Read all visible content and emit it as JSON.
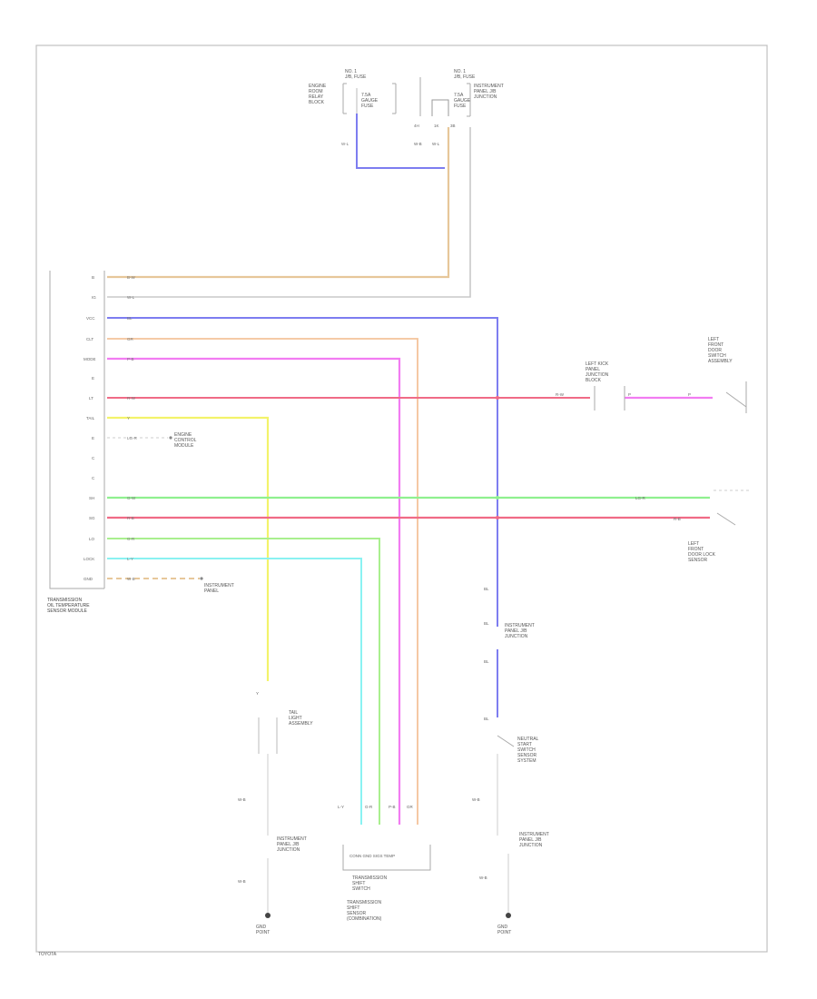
{
  "diagram": {
    "corner_tag": "TOYOTA",
    "components": {
      "fuse_left": {
        "box": "NO. 1\nJ/B, FUSE",
        "desc": "ENGINE\nROOM\nRELAY\nBLOCK",
        "fuse": "7.5A\nGAUGE\nFUSE"
      },
      "fuse_right": {
        "box": "NO. 1\nJ/B, FUSE",
        "desc": "INSTRUMENT\nPANEL J/B\nJUNCTION",
        "fuse": "7.5A\nGAUGE\nFUSE"
      },
      "main_module": "TRANSMISSION\nOIL TEMPERATURE\nSENSOR MODULE",
      "left_conn_label": "ENGINE\nCONTROL\nMODULE",
      "ground_pin_label": "INSTRUMENT\nPANEL",
      "relay_box": "LEFT KICK\nPANEL\nJUNCTION\nBLOCK",
      "right_top_switch": "LEFT\nFRONT\nDOOR\nSWITCH\nASSEMBLY",
      "right_mid_switch": "LEFT\nFRONT\nDOOR LOCK\nSENSOR",
      "lower_left_comp": "TAIL\nLIGHT\nASSEMBLY",
      "lower_left_jb": "INSTRUMENT\nPANEL J/B\nJUNCTION",
      "trans_switch": "TRANSMISSION\nSHIFT\nSWITCH",
      "trans_switch_sub": "TRANSMISSION\nSHIFT\nSENSOR\n(COMBINATION)",
      "trans_pins": "CONN  GND  SIGS  TEMP",
      "lower_right_jb": "INSTRUMENT\nPANEL J/B\nJUNCTION",
      "lower_right_switch": "NEUTRAL\nSTART\nSWITCH\nSENSOR\nSYSTEM",
      "lower_right_jb2": "INSTRUMENT\nPANEL J/B\nJUNCTION",
      "ground_left": "GND\nPOINT",
      "ground_right": "GND\nPOINT"
    },
    "module_pins": [
      "B",
      "IG",
      "VCC",
      "CLT",
      "MODE",
      "E",
      "LT",
      "TAIL",
      "E",
      "C",
      "C",
      "SH",
      "SG",
      "LO",
      "LOCK",
      "GND"
    ],
    "wire_codes": {
      "w_ig": "B-W",
      "w_b": "W-L",
      "w_vcc": "BL",
      "w_clt": "GR",
      "w_mode": "P-B",
      "w_lt": "R-W",
      "w_tail": "Y",
      "w_e": "LG-R",
      "w_sh": "G-W",
      "w_sg": "R-B",
      "w_lo": "G-R",
      "w_lock": "L-Y",
      "w_gnd": "W-B"
    },
    "colors": {
      "tan": "#e7c79a",
      "gray": "#c8c8c8",
      "blue": "#7d7df0",
      "peach": "#f4c39a",
      "magenta": "#f27cf2",
      "red": "#f06b86",
      "yellow": "#f3f36a",
      "green": "#8ff08f",
      "lime": "#a9ef8e",
      "cyan": "#8af2f2",
      "frame": "#c0c0c0"
    }
  }
}
